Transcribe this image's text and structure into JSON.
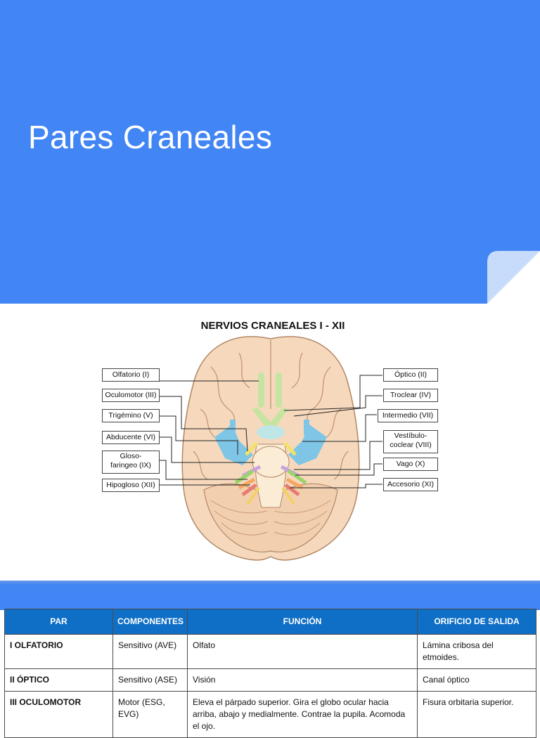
{
  "slide": {
    "title": "Pares Craneales",
    "colors": {
      "background": "#4285f4",
      "fold": "#c7dbfb"
    }
  },
  "figure": {
    "title": "NERVIOS CRANEALES I - XII",
    "left_labels": [
      "Olfatorio (I)",
      "Oculomotor (III)",
      "Trigémino (V)",
      "Abducente (VI)",
      "Gloso-",
      "faringeo (IX)",
      "Hipogloso (XII)"
    ],
    "right_labels": [
      "Óptico (II)",
      "Troclear (IV)",
      "Intermedio (VII)",
      "Vestíbulo-",
      "coclear (VIII)",
      "Vago (X)",
      "Accesorio (XI)"
    ]
  },
  "table": {
    "header_color": "#0f6fc6",
    "headers": [
      "PAR",
      "COMPONENTES",
      "FUNCIÓN",
      "ORIFICIO DE SALIDA"
    ],
    "rows": [
      {
        "par": "I OLFATORIO",
        "componentes": "Sensitivo (AVE)",
        "funcion": "Olfato",
        "orificio": "Lámina cribosa del etmoides."
      },
      {
        "par": "II ÓPTICO",
        "componentes": "Sensitivo (ASE)",
        "funcion": "Visión",
        "orificio": "Canal óptico"
      },
      {
        "par": "III OCULOMOTOR",
        "componentes": "Motor (ESG, EVG)",
        "funcion": "Eleva el párpado superior. Gira el globo ocular hacia arriba, abajo y medialmente. Contrae la pupila. Acomoda el ojo.",
        "orificio": "Fisura orbitaria superior."
      }
    ]
  }
}
